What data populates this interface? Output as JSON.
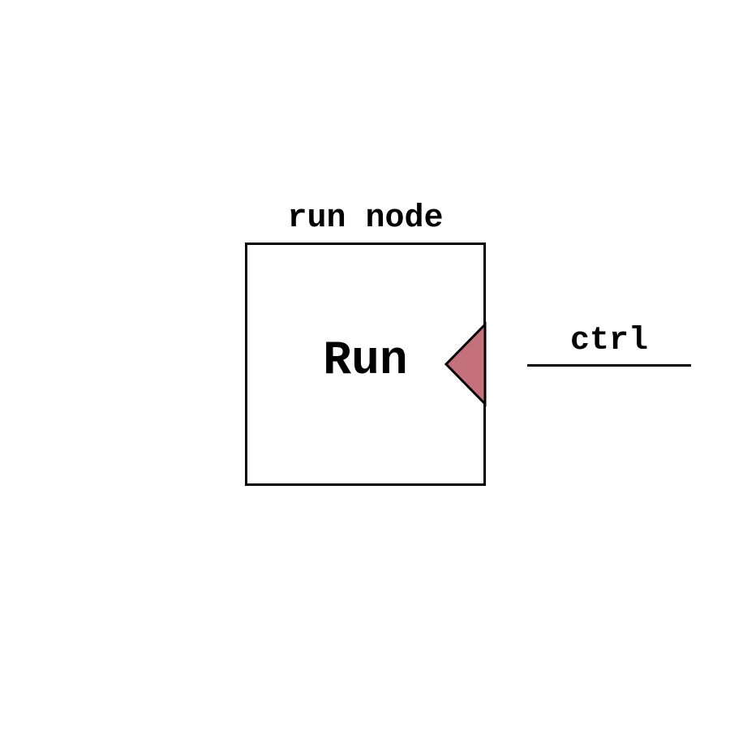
{
  "diagram": {
    "title": "run node",
    "node_label": "Run",
    "port_label": "ctrl"
  },
  "icons": {
    "input_port": "left-pointing-triangle"
  },
  "colors": {
    "background": "#ffffff",
    "stroke": "#000000",
    "port_fill": "#c4717d"
  }
}
